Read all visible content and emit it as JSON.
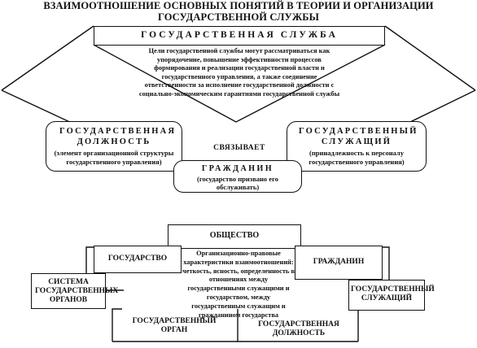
{
  "title": "ВЗАИМООТНОШЕНИЕ ОСНОВНЫХ ПОНЯТИЙ В ТЕОРИИ И ОРГАНИЗАЦИИ ГОСУДАРСТВЕННОЙ СЛУЖБЫ",
  "top": {
    "heading": "ГОСУДАРСТВЕННАЯ СЛУЖБА",
    "goals": "Цели государственной службы могут рассматриваться как упорядочение, повышение эффективности процессов формирования и реализации государственной власти и государственного управления, а также соединение ответственности за исполнение государственной должности с социально-экономическим гарантиями государственной службы"
  },
  "position": {
    "heading": "ГОСУДАРСТВЕННАЯ ДОЛЖНОСТЬ",
    "note": "(элемент организационной структуры государственного управления)"
  },
  "servant": {
    "heading": "ГОСУДАРСТВЕННЫЙ СЛУЖАЩИЙ",
    "note": "(принадлежность к персоналу государственного управления)"
  },
  "links": "СВЯЗЫВАЕТ",
  "citizen_top": {
    "heading": "ГРАЖДАНИН",
    "note": "(государство призвано его обслуживать)"
  },
  "bottom": {
    "society": "ОБЩЕСТВО",
    "state": "ГОСУДАРСТВО",
    "citizen": "ГРАЖДАНИН",
    "characteristics": "Организационно-правовые характеристики взаимоотношений: четкость, ясность, определенность в отношениях между государственными служащими и государством, между государственным служащим и гражданином государства",
    "system": "СИСТЕМА ГОСУДАРСТВЕННЫХ ОРГАНОВ",
    "servant": "ГОСУДАРСТВЕННЫЙ СЛУЖАЩИЙ",
    "organ": "ГОСУДАРСТВЕННЫЙ ОРГАН",
    "position": "ГОСУДАРСТВЕННАЯ ДОЛЖНОСТЬ"
  }
}
